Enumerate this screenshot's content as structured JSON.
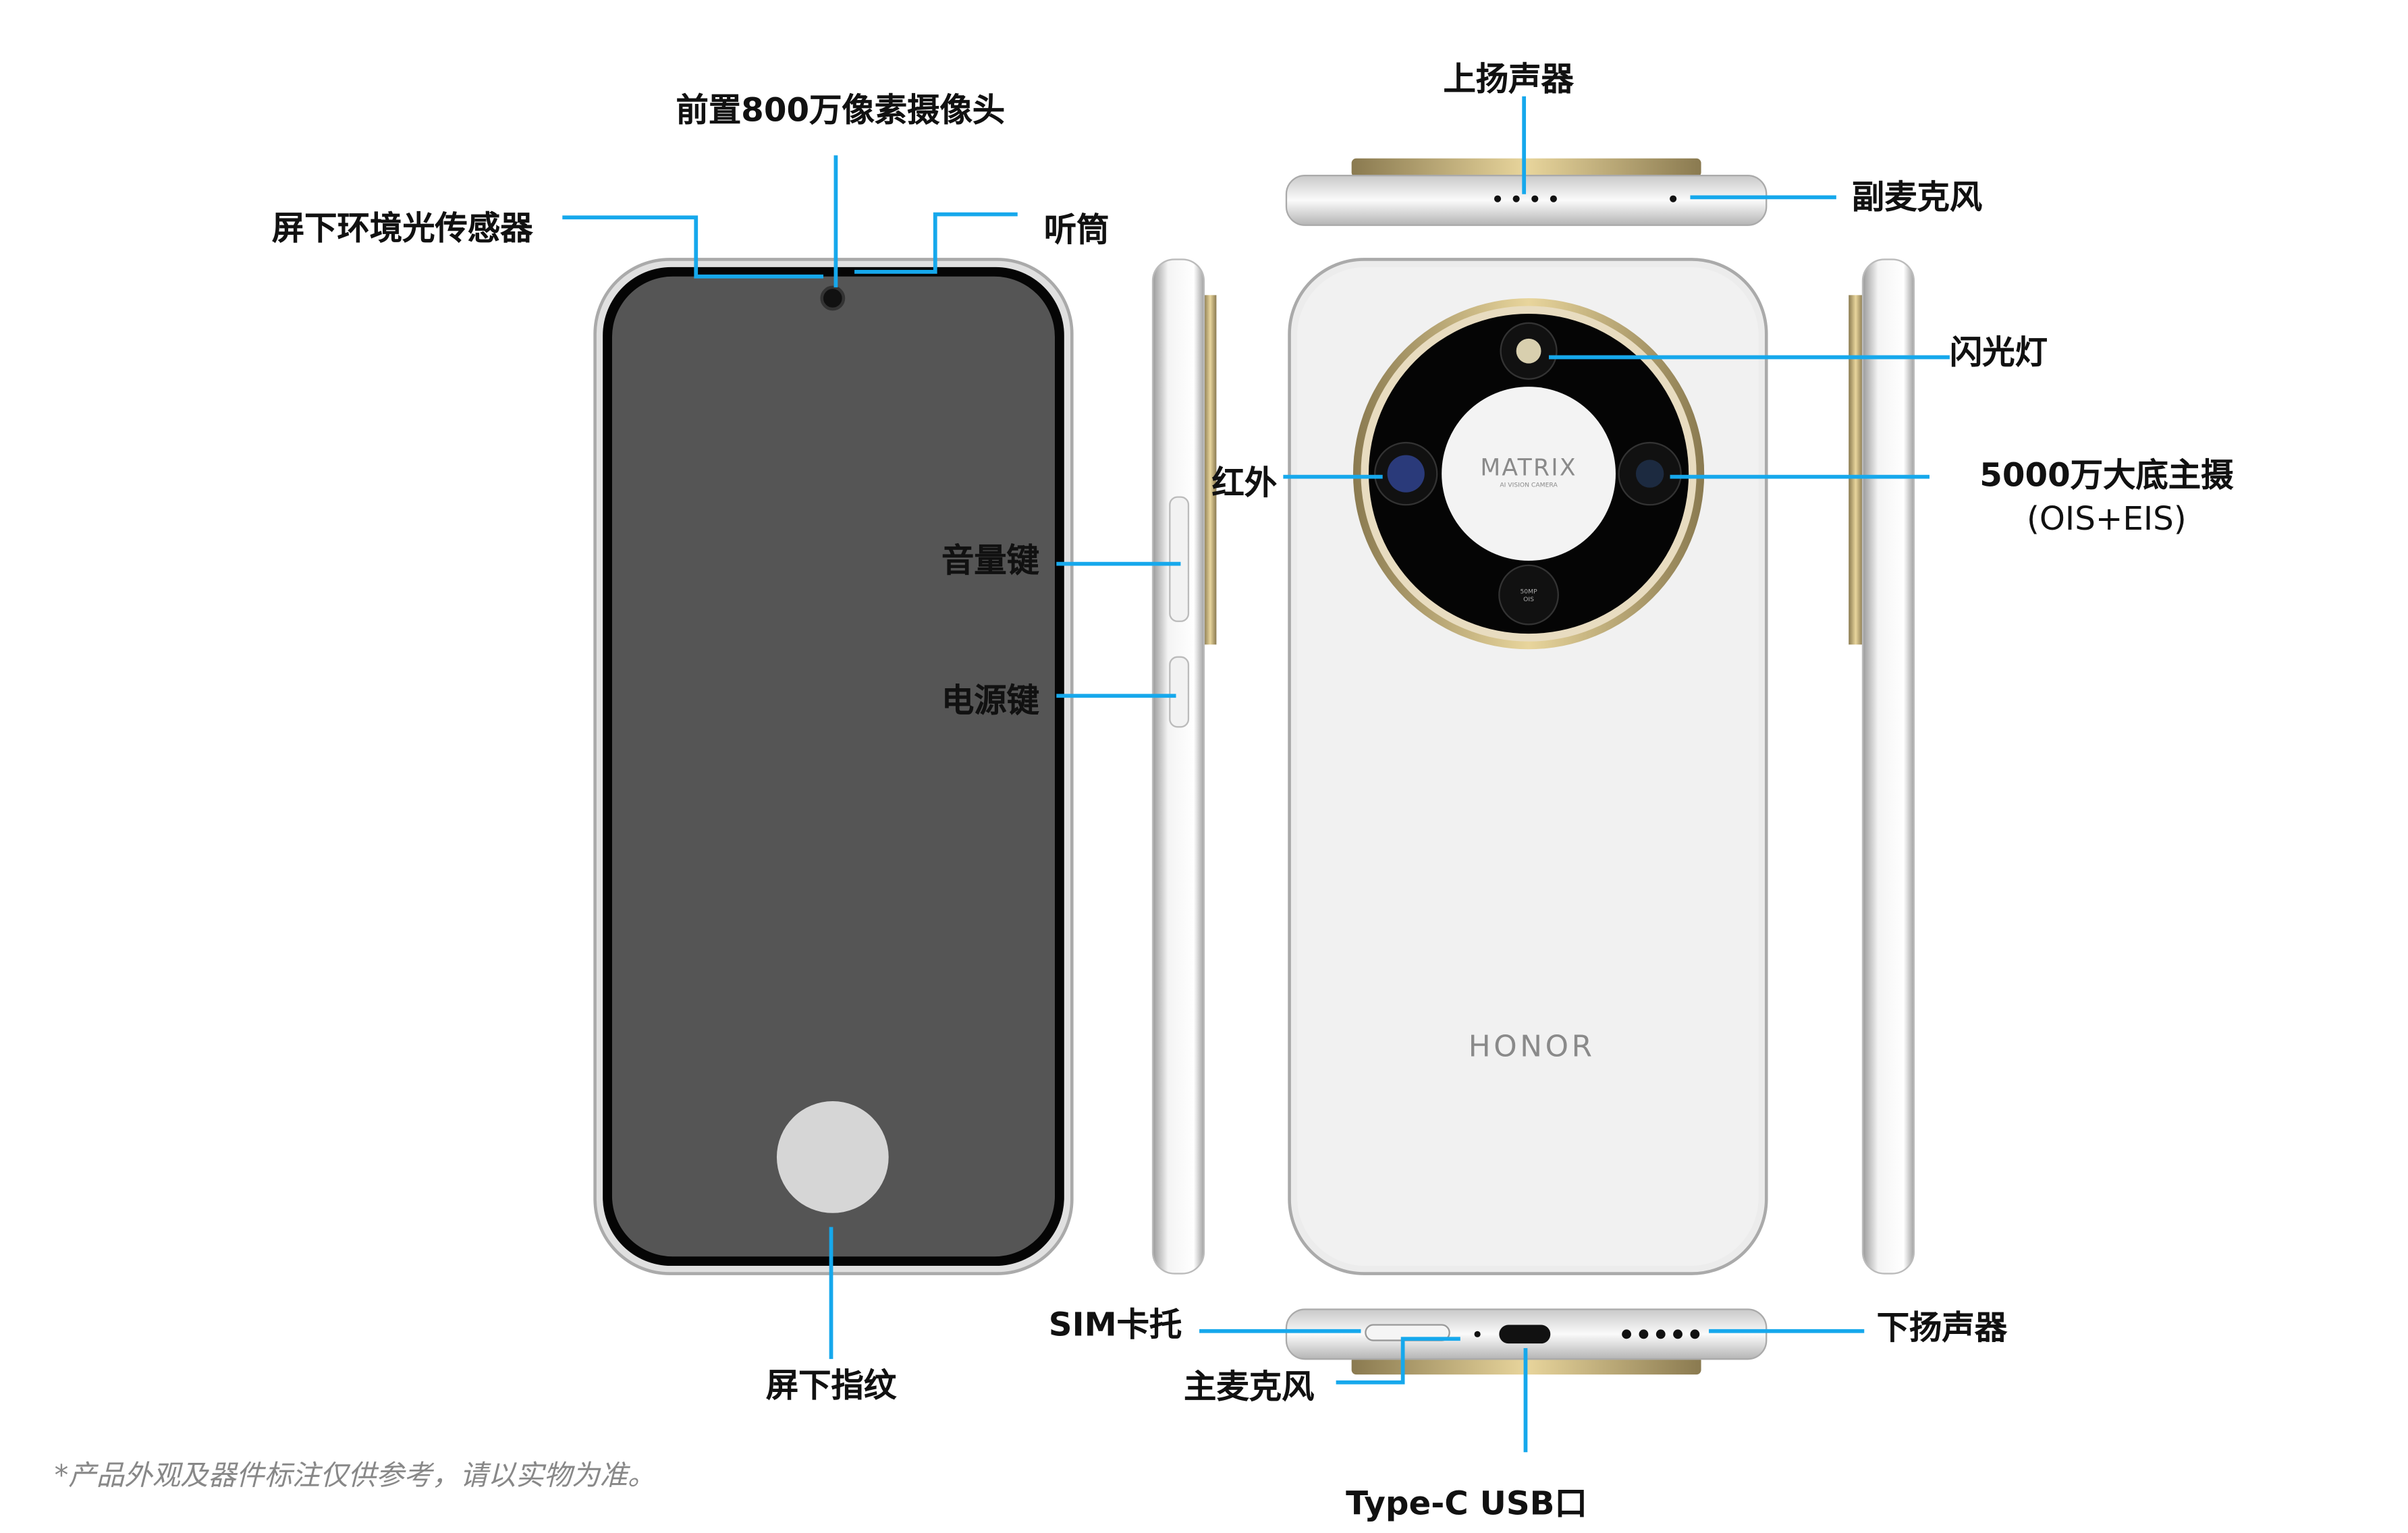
{
  "labels": {
    "front_camera": "前置800万像素摄像头",
    "ambient_light_sensor": "屏下环境光传感器",
    "earpiece": "听筒",
    "fingerprint": "屏下指纹",
    "volume_key": "音量键",
    "power_key": "电源键",
    "infrared": "红外",
    "flash": "闪光灯",
    "main_camera_line1": "5000万大底主摄",
    "main_camera_line2": "(OIS+EIS)",
    "top_speaker": "上扬声器",
    "secondary_mic": "副麦克风",
    "sim_tray": "SIM卡托",
    "main_mic": "主麦克风",
    "bottom_speaker": "下扬声器",
    "usb_port": "Type-C USB口"
  },
  "device_marks": {
    "camera_brand": "MATRIX",
    "camera_sub": "AI VISION CAMERA",
    "lens_text": "50MP OIS",
    "back_logo": "HONOR"
  },
  "footnote": "*产品外观及器件标注仅供参考，请以实物为准。",
  "colors": {
    "callout": "#16a8ec",
    "screen": "#555555",
    "frame": "#d8d8d8",
    "gold": "#c8aa6a"
  }
}
